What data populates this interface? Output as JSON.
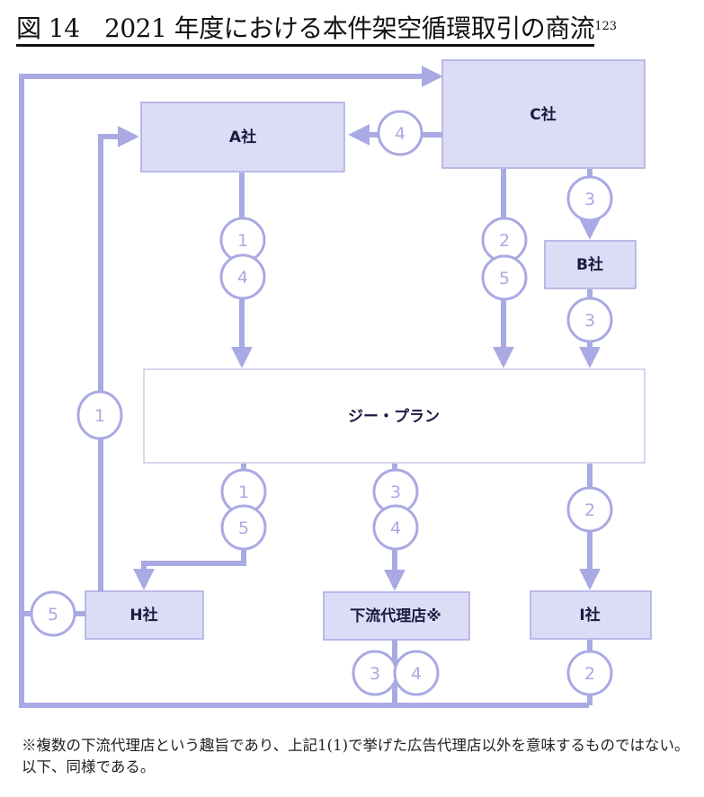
{
  "figure": {
    "title": "図 14　2021 年度における本件架空循環取引の商流",
    "footnote_ref": "123",
    "colors": {
      "line": "#a9a9e4",
      "node_fill": "#dcdcf6",
      "node_border": "#a9a9e4",
      "center_fill": "#ffffff",
      "center_border": "#c8c8e8",
      "text": "#1a1a40"
    }
  },
  "nodes": {
    "c": "C社",
    "a": "A社",
    "b": "B社",
    "gplan": "ジー・プラン",
    "h": "H社",
    "downstream": "下流代理店※",
    "i": "I社"
  },
  "edges": [
    {
      "id": "c-to-a",
      "from": "C社",
      "to": "A社",
      "steps": [
        "4"
      ]
    },
    {
      "id": "c-to-b",
      "from": "C社",
      "to": "B社",
      "steps": [
        "3"
      ]
    },
    {
      "id": "c-to-gplan",
      "from": "C社",
      "to": "ジー・プラン",
      "steps": [
        "2",
        "5"
      ]
    },
    {
      "id": "b-to-gplan",
      "from": "B社",
      "to": "ジー・プラン",
      "steps": [
        "3"
      ]
    },
    {
      "id": "a-to-gplan",
      "from": "A社",
      "to": "ジー・プラン",
      "steps": [
        "1",
        "4"
      ]
    },
    {
      "id": "gplan-to-h",
      "from": "ジー・プラン",
      "to": "H社",
      "steps": [
        "1",
        "5"
      ]
    },
    {
      "id": "gplan-to-downstream",
      "from": "ジー・プラン",
      "to": "下流代理店※",
      "steps": [
        "3",
        "4"
      ]
    },
    {
      "id": "gplan-to-i",
      "from": "ジー・プラン",
      "to": "I社",
      "steps": [
        "2"
      ]
    },
    {
      "id": "h-to-a",
      "from": "H社",
      "to": "A社",
      "steps": [
        "1"
      ]
    },
    {
      "id": "h-to-c",
      "from": "H社",
      "to": "C社",
      "steps": [
        "5"
      ]
    },
    {
      "id": "downstream-to-c",
      "from": "下流代理店※",
      "to": "C社",
      "steps": [
        "3",
        "4"
      ]
    },
    {
      "id": "i-to-c",
      "from": "I社",
      "to": "C社",
      "steps": [
        "2"
      ]
    }
  ],
  "badges": {
    "c_a_4": "4",
    "c_b_3": "3",
    "c_g_2": "2",
    "c_g_5": "5",
    "b_g_3": "3",
    "a_g_1": "1",
    "a_g_4": "4",
    "h_a_1": "1",
    "g_h_1": "1",
    "g_h_5": "5",
    "g_d_3": "3",
    "g_d_4": "4",
    "g_i_2": "2",
    "h_c_5": "5",
    "d_c_3": "3",
    "d_c_4": "4",
    "i_c_2": "2"
  },
  "footnote": "※複数の下流代理店という趣旨であり、上記1(1)で挙げた広告代理店以外を意味するものではない。以下、同様である。"
}
